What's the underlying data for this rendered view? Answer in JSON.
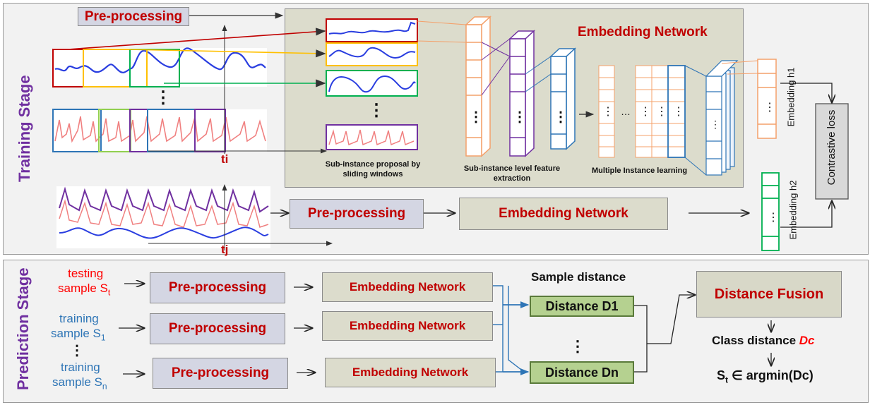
{
  "training": {
    "stage_label": "Training Stage",
    "preprocessing_top": "Pre-processing",
    "embedding_title": "Embedding Network",
    "caption_sliding": "Sub-instance proposal by sliding windows",
    "caption_feature": "Sub-instance level feature extraction",
    "caption_mil": "Multiple Instance learning",
    "ti_label": "ti",
    "tj_label": "tj",
    "preprocessing_bottom": "Pre-processing",
    "embedding_bottom": "Embedding Network",
    "embedding_h1": "Embedding h1",
    "embedding_h2": "Embedding h2",
    "contrastive_loss": "Contrastive loss",
    "dots_vertical": "⋮",
    "dots_horizontal": "…"
  },
  "prediction": {
    "stage_label": "Prediction Stage",
    "testing_line1": "testing",
    "testing_line2_prefix": "sample S",
    "testing_sub": "t",
    "training1_line1": "training",
    "training1_line2_prefix": "sample S",
    "training1_sub": "1",
    "trainingn_line1": "training",
    "trainingn_line2_prefix": "sample S",
    "trainingn_sub": "n",
    "preprocessing": "Pre-processing",
    "embedding_network": "Embedding Network",
    "sample_distance": "Sample distance",
    "distance_d1": "Distance D1",
    "distance_dn": "Distance Dn",
    "distance_fusion": "Distance  Fusion",
    "class_distance_prefix": "Class distance ",
    "class_distance_var": "Dc",
    "argmin_prefix": "S",
    "argmin_sub": "t",
    "argmin_suffix": " ∈ argmin(Dc)",
    "dots_vertical": "⋮"
  },
  "colors": {
    "stage_purple": "#7030a0",
    "dark_red": "#c00000",
    "preprocessing_fill": "#d4d6e3",
    "embedding_fill": "#dcdccc",
    "distance_fill": "#b5d190",
    "window_red": "#c00000",
    "window_yellow": "#ffc000",
    "window_green": "#00b050",
    "window_purple": "#7030a0",
    "window_blue": "#2e75b6",
    "feature_orange": "#f4a06a",
    "signal_blue": "#2a3ee0",
    "signal_pink": "#f08080"
  }
}
